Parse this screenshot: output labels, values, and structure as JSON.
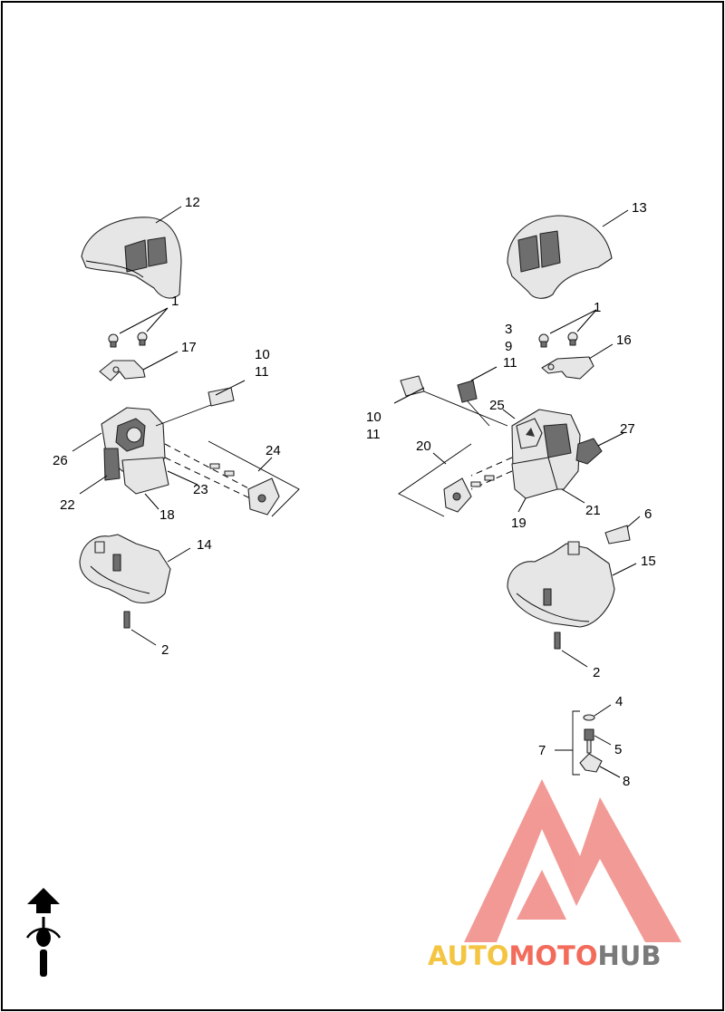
{
  "callouts": [
    {
      "id": "12",
      "text": "12"
    },
    {
      "id": "13",
      "text": "13"
    },
    {
      "id": "1a",
      "text": "1"
    },
    {
      "id": "1b",
      "text": "1"
    },
    {
      "id": "17",
      "text": "17"
    },
    {
      "id": "16",
      "text": "16"
    },
    {
      "id": "3",
      "text": "3"
    },
    {
      "id": "9",
      "text": "9"
    },
    {
      "id": "11a",
      "text": "11"
    },
    {
      "id": "10a",
      "text": "10"
    },
    {
      "id": "11b",
      "text": "11"
    },
    {
      "id": "10b",
      "text": "10"
    },
    {
      "id": "11c",
      "text": "11"
    },
    {
      "id": "25",
      "text": "25"
    },
    {
      "id": "27",
      "text": "27"
    },
    {
      "id": "26",
      "text": "26"
    },
    {
      "id": "24",
      "text": "24"
    },
    {
      "id": "20",
      "text": "20"
    },
    {
      "id": "22",
      "text": "22"
    },
    {
      "id": "23",
      "text": "23"
    },
    {
      "id": "18",
      "text": "18"
    },
    {
      "id": "21",
      "text": "21"
    },
    {
      "id": "19",
      "text": "19"
    },
    {
      "id": "6",
      "text": "6"
    },
    {
      "id": "14",
      "text": "14"
    },
    {
      "id": "15",
      "text": "15"
    },
    {
      "id": "2a",
      "text": "2"
    },
    {
      "id": "2b",
      "text": "2"
    },
    {
      "id": "4",
      "text": "4"
    },
    {
      "id": "5",
      "text": "5"
    },
    {
      "id": "7",
      "text": "7"
    },
    {
      "id": "8",
      "text": "8"
    }
  ],
  "watermark": {
    "part1": "AUTO",
    "part2": "MOTO",
    "part3": "HUB",
    "color_primary": "#f4c542",
    "color_secondary": "#f26b5b",
    "color_tertiary": "#7a7a7a"
  },
  "colors": {
    "line": "#000000",
    "part_fill": "#e6e6e6",
    "part_dark": "#6e6e6e",
    "logo_red": "#e8473f"
  }
}
